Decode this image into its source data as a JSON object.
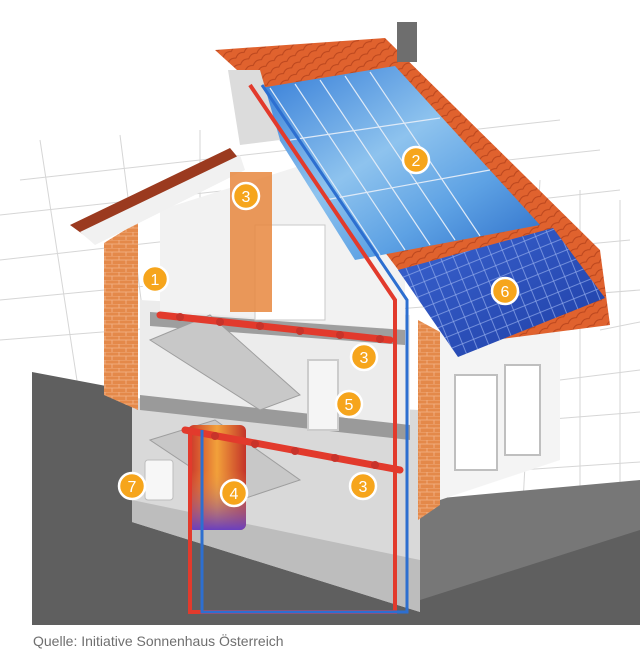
{
  "caption": "Quelle: Initiative Sonnenhaus Österreich",
  "callouts": [
    {
      "id": "1",
      "name": "callout-1-brick-wall"
    },
    {
      "id": "2",
      "name": "callout-2-solar-thermal-collector"
    },
    {
      "id": "3",
      "name": "callout-3-wall-heating-attic"
    },
    {
      "id": "3",
      "name": "callout-3-ceiling-heating-upper"
    },
    {
      "id": "3",
      "name": "callout-3-ceiling-heating-lower"
    },
    {
      "id": "4",
      "name": "callout-4-heat-storage-tank"
    },
    {
      "id": "5",
      "name": "callout-5-ventilation-unit"
    },
    {
      "id": "6",
      "name": "callout-6-photovoltaic-panel"
    },
    {
      "id": "7",
      "name": "callout-7-auxiliary-heater"
    }
  ],
  "colors": {
    "roof_tile": "#e0622e",
    "brick": "#e28a4c",
    "solar_thermal": "#4f8fd4",
    "photovoltaic": "#2f55c2",
    "hot_pipe": "#e23a2c",
    "cold_pipe": "#2d6fd0",
    "callout_fill": "#f6a51c",
    "ground": "#5f5f5f"
  }
}
